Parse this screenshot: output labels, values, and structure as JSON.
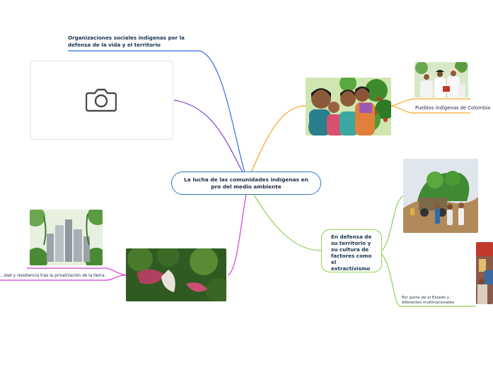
{
  "central_topic": "La lucha de las comunidades indígenas en pro del medio ambiente",
  "branches": {
    "organizations": {
      "label": "Organizaciones sociales indígenas por la defensa de la vida y el territorio",
      "color": "#2f6fe0"
    },
    "image_placeholder": {
      "icon": "camera-icon",
      "color": "#7a3fd1"
    },
    "pueblos": {
      "label": "Pueblos indígenas de Colombia",
      "color": "#f5a623"
    },
    "defense": {
      "label": "En defensa de su territorio y su cultura de factores como el extractivismo",
      "color": "#8fd14f",
      "child_label": "Por parte de el Estado y diferentes multinacionales"
    },
    "privatization": {
      "label": "…dad y resistencia tras la privatización de la tierra",
      "color": "#d13fd1"
    }
  }
}
